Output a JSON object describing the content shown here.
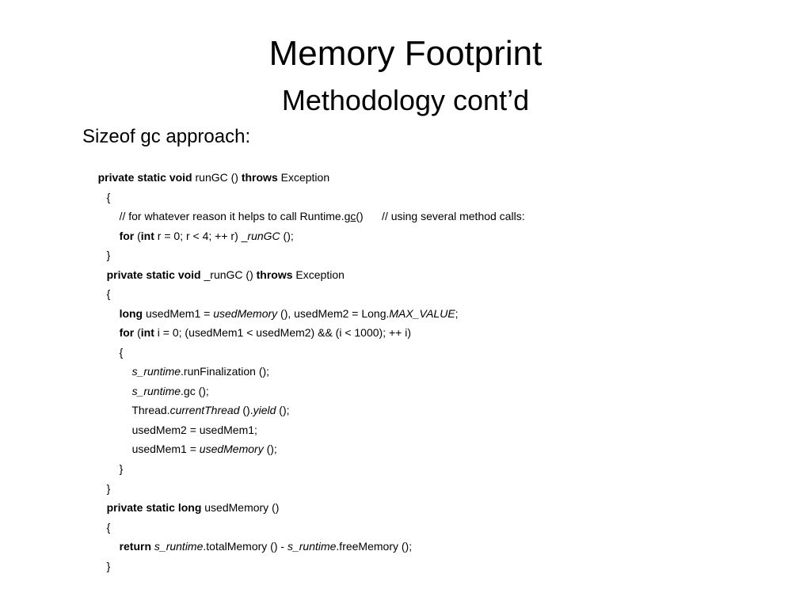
{
  "slide": {
    "title": "Memory Footprint",
    "subtitle": "Methodology cont’d",
    "heading": "Sizeof gc approach:"
  },
  "code": {
    "l1": [
      "private static void",
      " runGC () ",
      "throws",
      " Exception"
    ],
    "l2": "{",
    "l3": [
      "// for whatever reason it helps to call Runtime.",
      "gc",
      "()      // using several method calls:"
    ],
    "l4": [
      "for",
      " (",
      "int",
      " r = 0; r < 4; ++ r) _",
      "runGC",
      " ();"
    ],
    "l5": "}",
    "l6": [
      "private static void",
      " _runGC () ",
      "throws",
      " Exception"
    ],
    "l7": "{",
    "l8": [
      "long",
      " usedMem1 = ",
      "usedMemory",
      " (), usedMem2 = Long.",
      "MAX_VALUE",
      ";"
    ],
    "l9": [
      "for",
      " (",
      "int",
      " i = 0; (usedMem1 < usedMem2) && (i < 1000); ++ i)"
    ],
    "l10": "{",
    "l11": [
      "s_runtime",
      ".runFinalization ();"
    ],
    "l12": [
      "s_runtime",
      ".gc ();"
    ],
    "l13": [
      "Thread.",
      "currentThread",
      " ().",
      "yield",
      " ();"
    ],
    "l14": "usedMem2 = usedMem1;",
    "l15": [
      "usedMem1 = ",
      "usedMemory",
      " ();"
    ],
    "l16": "}",
    "l17": "}",
    "l18": [
      "private static long",
      " usedMemory ()"
    ],
    "l19": "{",
    "l20": [
      "return",
      " ",
      "s_runtime",
      ".totalMemory () - ",
      "s_runtime",
      ".freeMemory ();"
    ],
    "l21": "}"
  }
}
